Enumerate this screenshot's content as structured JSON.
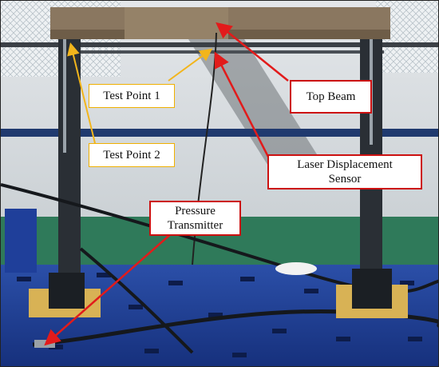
{
  "labels": {
    "test_point_1": "Test Point 1",
    "test_point_2": "Test Point 2",
    "top_beam": "Top Beam",
    "laser_sensor": "Laser Displacement\nSensor",
    "pressure_transmitter": "Pressure\nTransmitter"
  },
  "colors": {
    "red_arrow": "#e21b1b",
    "yellow_arrow": "#f2b51c",
    "floor_blue": "#1f3f9a",
    "floor_green": "#2f7a5a",
    "wall": "#d9dde0",
    "beam": "#8a7760",
    "column": "#2a2f35",
    "base_plate": "#d8b255"
  },
  "icons": {
    "arrow": "arrow-icon"
  }
}
